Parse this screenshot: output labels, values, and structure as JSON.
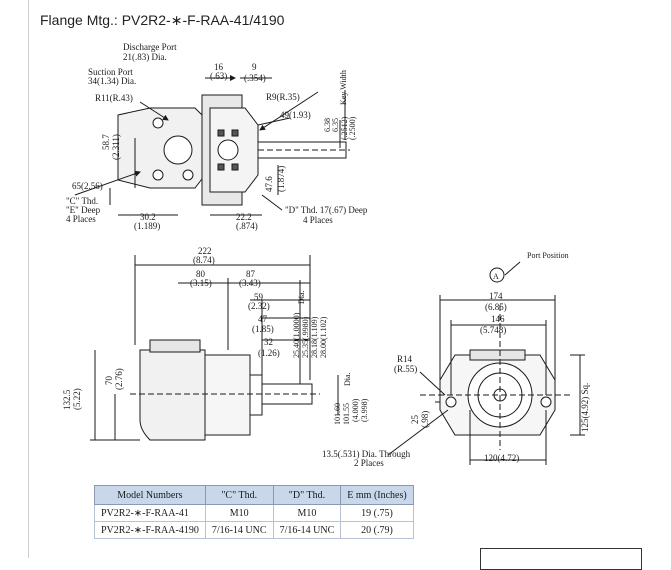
{
  "title": "Flange Mtg.: PV2R2-∗-F-RAA-41/4190",
  "top_view": {
    "discharge_port": "Discharge Port",
    "discharge_dia": "21(.83) Dia.",
    "suction_port": "Suction Port",
    "suction_dia": "34(1.34) Dia.",
    "r11": "R11(R.43)",
    "r9": "R9(R.35)",
    "d16": "16",
    "d16in": "(.63)",
    "d9": "9",
    "d9in": "(.354)",
    "d49": "49(1.93)",
    "d58": "58.7",
    "d58in": "(2.311)",
    "d65": "65(2.56)",
    "c_thd": "\"C\" Thd.",
    "e_deep": "\"E\" Deep",
    "four_places": "4 Places",
    "d30": "30.2",
    "d30in": "(1.189)",
    "d22": "22.2",
    "d22in": "(.874)",
    "d_thd": "\"D\" Thd. 17(.67) Deep",
    "d_thd_places": "4 Places",
    "d47": "47.6",
    "d47in": "(1.874)",
    "key_width": "Key Width",
    "kw1": "6.38",
    "kw2": "6.35",
    "kw3": "(.2512)",
    "kw4": "(.2500)"
  },
  "side_view": {
    "d222": "222",
    "d222in": "(8.74)",
    "d80": "80",
    "d80in": "(3.15)",
    "d87": "87",
    "d87in": "(3.43)",
    "d59": "59",
    "d59in": "(2.32)",
    "d47": "47",
    "d47in": "(1.85)",
    "d32": "32",
    "d32in": "(1.26)",
    "d132": "132.5",
    "d132in": "(5.22)",
    "d70": "70",
    "d70in": "(2.76)",
    "shaft1": "25.40(1.0000)",
    "shaft2": "25.35(.9980)",
    "shaft3": "28.18(1.109)",
    "shaft4": "28.00(1.102)",
    "dia_top": "Dia.",
    "pilot1": "101.60",
    "pilot2": "101.55",
    "pilot3": "(4.000)",
    "pilot4": "(3.998)",
    "dia_bottom": "Dia."
  },
  "front_view": {
    "port_position": "Port Position",
    "circle_a": "A",
    "d174": "174",
    "d174in": "(6.85)",
    "d146": "146",
    "d146in": "(5.748)",
    "r14": "R14",
    "r14in": "(R.55)",
    "d25": "25",
    "d25in": "(.98)",
    "d125": "125(4.92) Sq.",
    "holes": "13.5(.531) Dia. Through",
    "holes_places": "2 Places",
    "d120": "120(4.72)"
  },
  "table": {
    "headers": [
      "Model Numbers",
      "\"C\" Thd.",
      "\"D\" Thd.",
      "E  mm (Inches)"
    ],
    "rows": [
      [
        "PV2R2-∗-F-RAA-41",
        "M10",
        "M10",
        "19 (.75)"
      ],
      [
        "PV2R2-∗-F-RAA-4190",
        "7/16-14 UNC",
        "7/16-14 UNC",
        "20 (.79)"
      ]
    ]
  }
}
